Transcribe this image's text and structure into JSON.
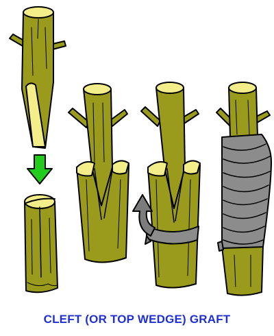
{
  "caption": "CLEFT (OR TOP WEDGE) GRAFT",
  "colors": {
    "bark": "#9a9a1c",
    "bark_dark": "#6b6b10",
    "cut_wood": "#f3ee8a",
    "arrow_down": "#22cc1d",
    "arrow_wrap": "#7c7c7c",
    "tape": "#8c8c8c",
    "caption": "#1f2fd6"
  },
  "steps": [
    {
      "name": "scion-and-split-stock"
    },
    {
      "name": "scions-inserted"
    },
    {
      "name": "tying-with-tape"
    },
    {
      "name": "wrapped-graft"
    }
  ]
}
